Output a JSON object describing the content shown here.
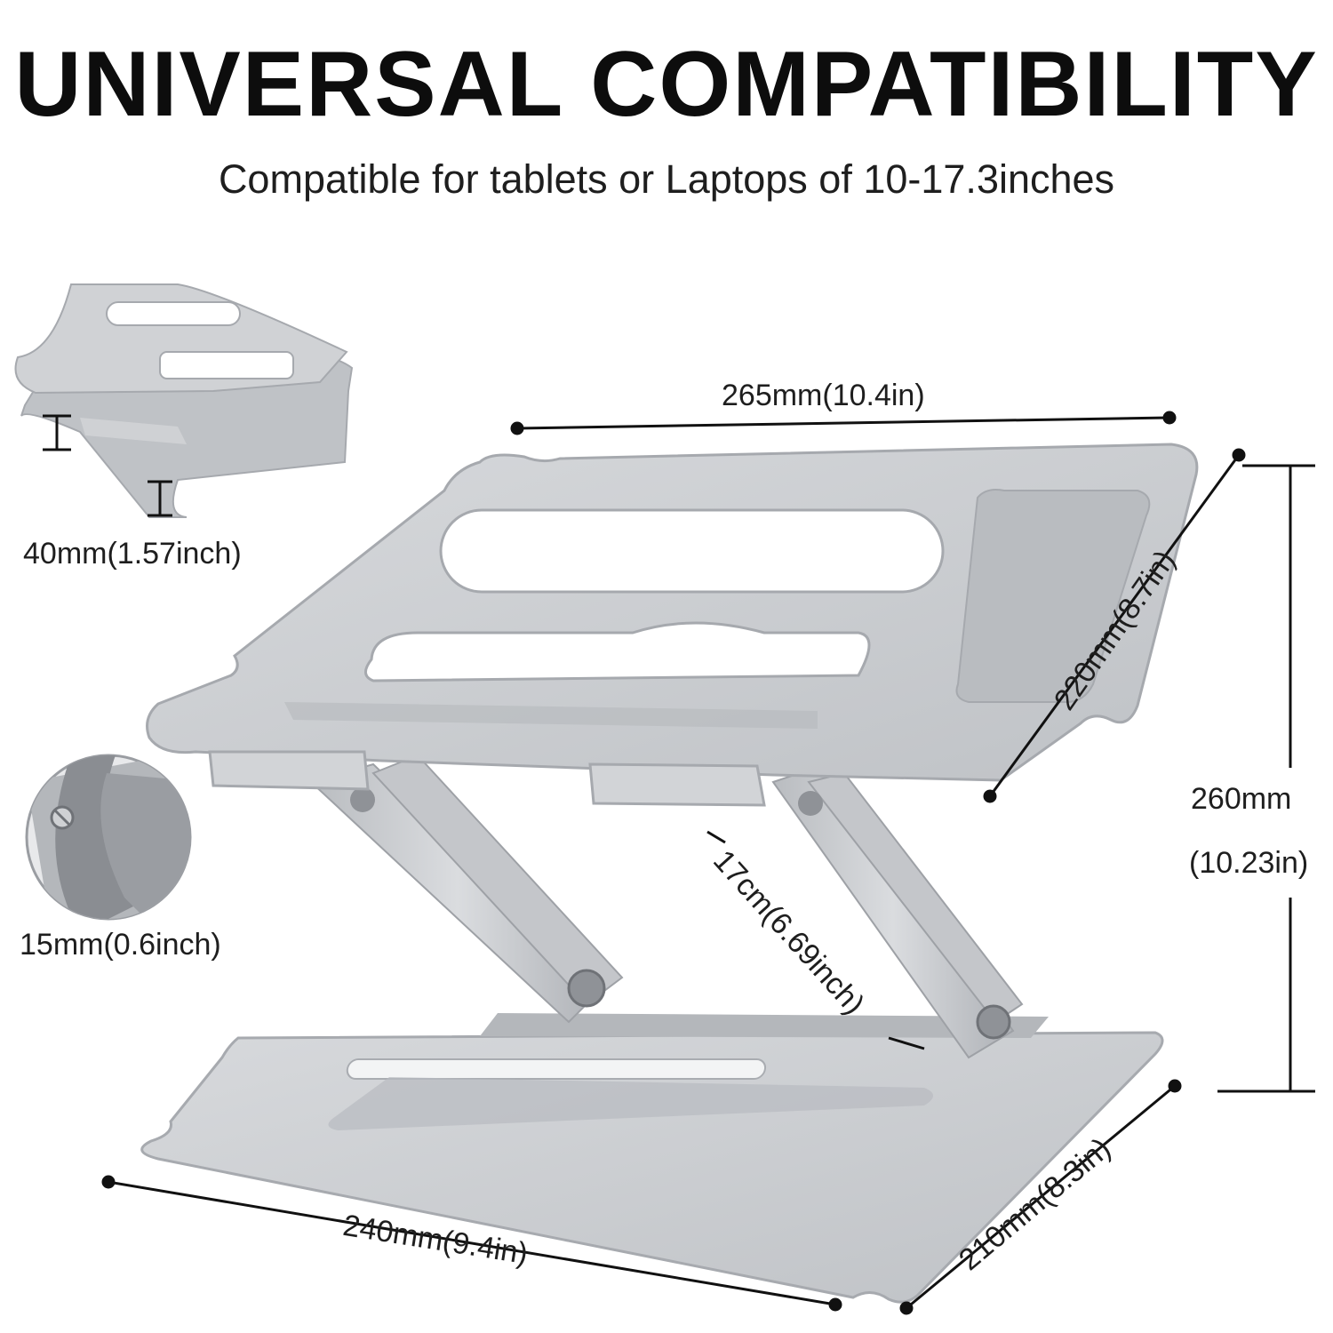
{
  "headline": "UNIVERSAL COMPATIBILITY",
  "subline": "Compatible for tablets or Laptops of 10-17.3inches",
  "dimensions": {
    "top_width": "265mm(10.4in)",
    "top_depth": "220mm(8.7in)",
    "total_height_mm": "260mm",
    "total_height_in": "(10.23in)",
    "arm_length": "17cm(6.69inch)",
    "base_width": "240mm(9.4in)",
    "base_depth": "210mm(8.3in)",
    "folded_height": "40mm(1.57inch)",
    "lip_height": "15mm(0.6inch)"
  },
  "colors": {
    "aluminum": "#c9cbcf",
    "aluminum_dark": "#a9acb1",
    "aluminum_light": "#dedfe2",
    "line": "#111111"
  }
}
